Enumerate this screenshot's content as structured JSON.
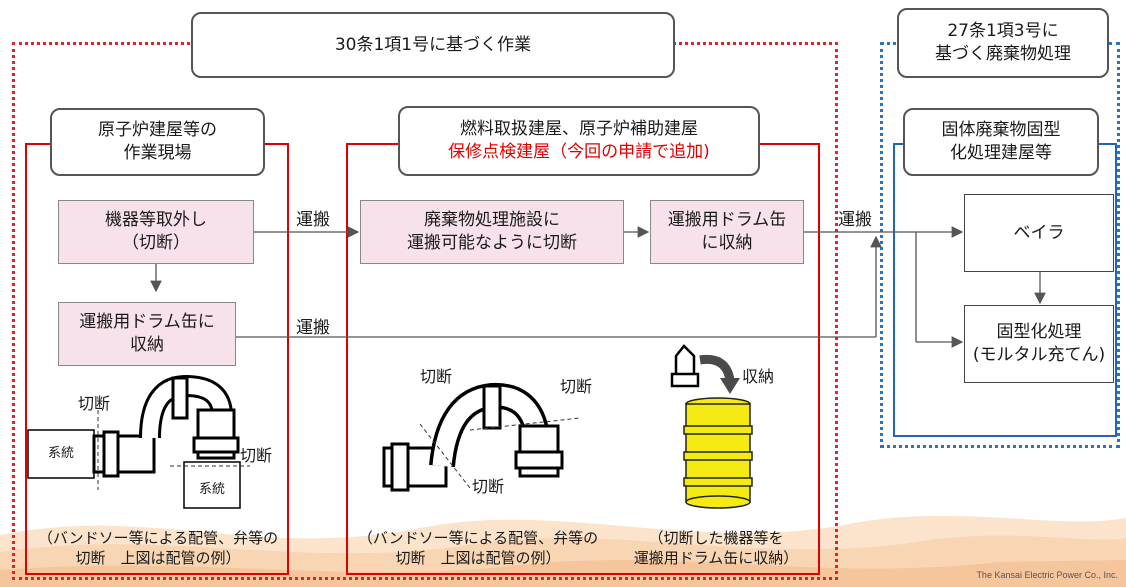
{
  "header": {
    "main_title": "30条1項1号に基づく作業",
    "right_title_line1": "27条1項3号に",
    "right_title_line2": "基づく廃棄物処理"
  },
  "sections": {
    "reactor": {
      "title_line1": "原子炉建屋等の",
      "title_line2": "作業現場"
    },
    "fuel": {
      "title_line1": "燃料取扱建屋、原子炉補助建屋",
      "title_line2": "保修点検建屋（今回の申請で追加)"
    },
    "solid": {
      "title_line1": "固体廃棄物固型",
      "title_line2": "化処理建屋等"
    }
  },
  "boxes": {
    "remove_line1": "機器等取外し",
    "remove_line2": "（切断）",
    "store_left_line1": "運搬用ドラム缶に",
    "store_left_line2": "収納",
    "cut_line1": "廃棄物処理施設に",
    "cut_line2": "運搬可能なように切断",
    "store_mid_line1": "運搬用ドラム缶",
    "store_mid_line2": "に収納",
    "baler": "ベイラ",
    "solidify_line1": "固型化処理",
    "solidify_line2": "(モルタル充てん)"
  },
  "arrows": {
    "transport1": "運搬",
    "transport2": "運搬",
    "transport3": "運搬"
  },
  "figure_labels": {
    "cut_a": "切断",
    "cut_b": "切断",
    "system_a": "系統",
    "system_b": "系統",
    "cut_c": "切断",
    "cut_d": "切断",
    "cut_e": "切断",
    "store": "収納"
  },
  "captions": {
    "left_line1": "（バンドソー等による配管、弁等の",
    "left_line2": "切断　上図は配管の例）",
    "mid_line1": "（バンドソー等による配管、弁等の",
    "mid_line2": "切断　上図は配管の例）",
    "right_line1": "（切断した機器等を",
    "right_line2": "運搬用ドラム缶に収納）"
  },
  "footer": {
    "credit": "The Kansai Electric Power Co., Inc."
  },
  "colors": {
    "red_dotted": "#d9252f",
    "blue_dotted": "#2a73c2",
    "red_frame": "#e00000",
    "blue_frame": "#1f66b8",
    "pink_box": "#f7e1ea",
    "drum_yellow": "#f5ea12"
  }
}
